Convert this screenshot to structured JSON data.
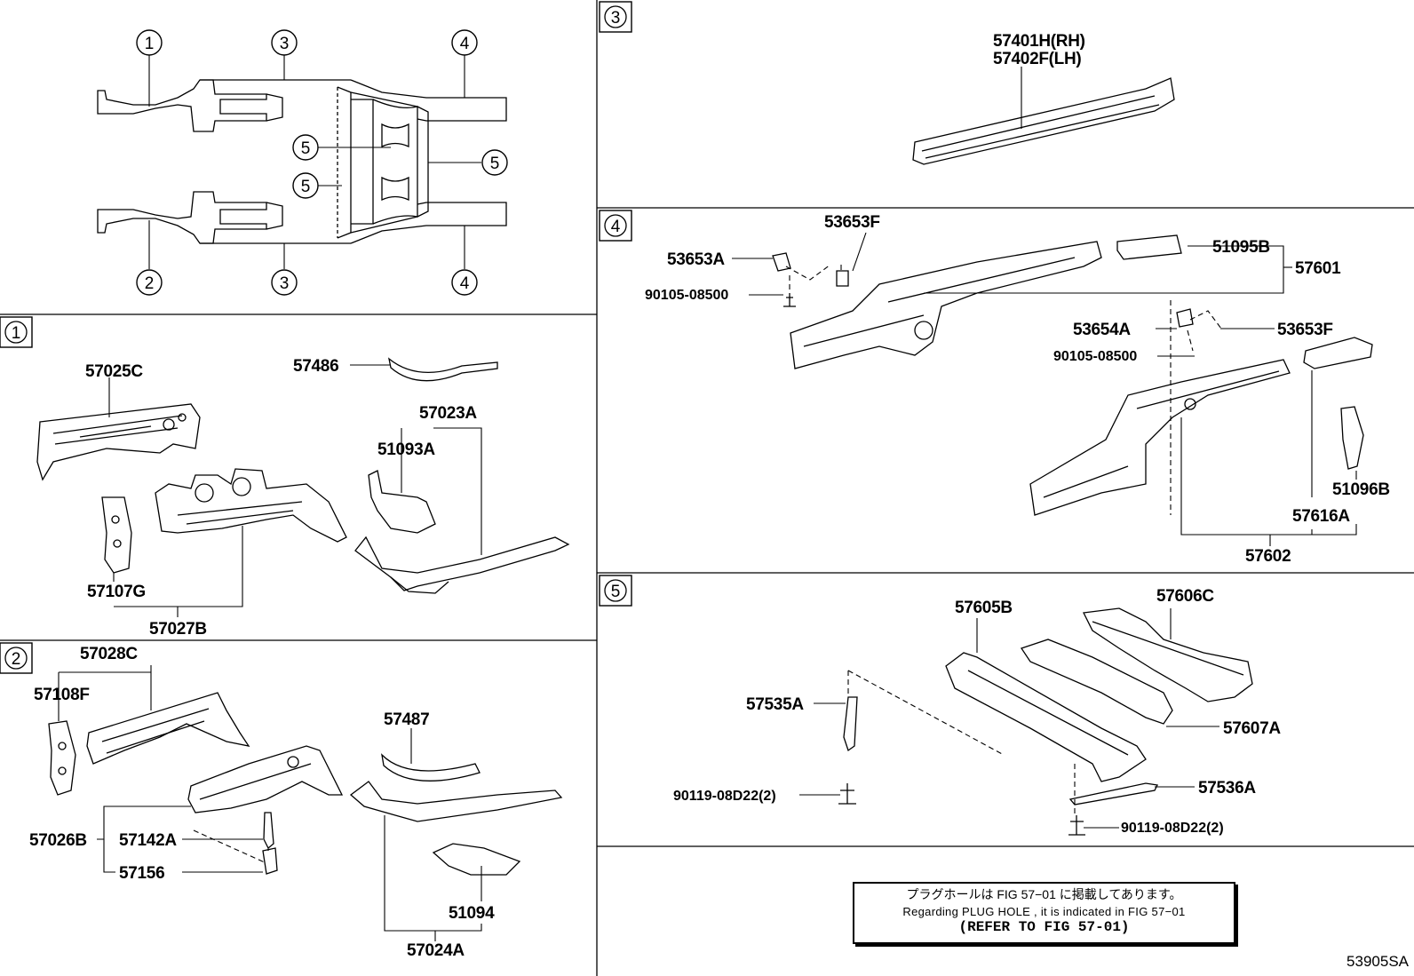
{
  "overview": {
    "callouts": [
      "1",
      "2",
      "3",
      "3",
      "4",
      "4",
      "5",
      "5",
      "5"
    ]
  },
  "sections": {
    "s1": {
      "badge": "1",
      "parts": {
        "a": "57025C",
        "b": "57486",
        "c": "57023A",
        "d": "51093A",
        "e": "57107G",
        "f": "57027B"
      }
    },
    "s2": {
      "badge": "2",
      "parts": {
        "a": "57028C",
        "b": "57108F",
        "c": "57487",
        "d": "57026B",
        "e": "57142A",
        "f": "57156",
        "g": "51094",
        "h": "57024A"
      }
    },
    "s3": {
      "badge": "3",
      "parts": {
        "a": "57401H(RH)",
        "b": "57402F(LH)"
      }
    },
    "s4": {
      "badge": "4",
      "parts": {
        "a": "53653F",
        "b": "53653A",
        "c": "90105-08500",
        "d": "51095B",
        "e": "57601",
        "f": "53654A",
        "g": "53653F",
        "h": "90105-08500",
        "i": "51096B",
        "j": "57616A",
        "k": "57602"
      }
    },
    "s5": {
      "badge": "5",
      "parts": {
        "a": "57605B",
        "b": "57606C",
        "c": "57535A",
        "d": "57607A",
        "e": "90119-08D22(2)",
        "f": "57536A",
        "g": "90119-08D22(2)"
      }
    }
  },
  "note": {
    "line1": "プラグホールは FIG 57−01 に掲載してあります。",
    "line2": "Regarding PLUG HOLE , it is indicated in FIG 57−01",
    "line3": "(REFER TO FIG 57-01)"
  },
  "figure_code": "53905SA"
}
